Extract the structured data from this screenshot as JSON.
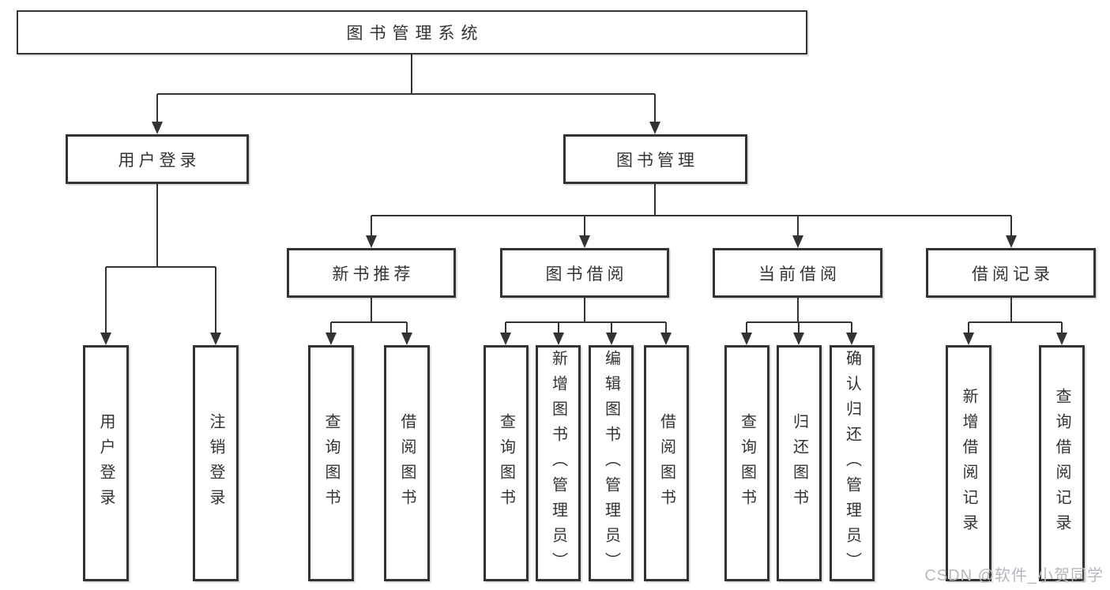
{
  "diagram_title": "图书管理系统",
  "tree": {
    "label": "图书管理系统",
    "children": [
      {
        "label": "用户登录",
        "children": [
          {
            "label": "用户登录"
          },
          {
            "label": "注销登录"
          }
        ]
      },
      {
        "label": "图书管理",
        "children": [
          {
            "label": "新书推荐",
            "children": [
              {
                "label": "查询图书"
              },
              {
                "label": "借阅图书"
              }
            ]
          },
          {
            "label": "图书借阅",
            "children": [
              {
                "label": "查询图书"
              },
              {
                "label": "新增图书（管理员）"
              },
              {
                "label": "编辑图书（管理员）"
              },
              {
                "label": "借阅图书"
              }
            ]
          },
          {
            "label": "当前借阅",
            "children": [
              {
                "label": "查询图书"
              },
              {
                "label": "归还图书"
              },
              {
                "label": "确认归还（管理员）"
              }
            ]
          },
          {
            "label": "借阅记录",
            "children": [
              {
                "label": "新增借阅记录"
              },
              {
                "label": "查询借阅记录"
              }
            ]
          }
        ]
      }
    ]
  },
  "watermark": {
    "text": "CSDN @软件_小贺同学"
  },
  "colors": {
    "line": "#333333",
    "text": "#333333",
    "box_border": "#333333",
    "background": "#ffffff",
    "watermark": "#b4b8bd"
  }
}
